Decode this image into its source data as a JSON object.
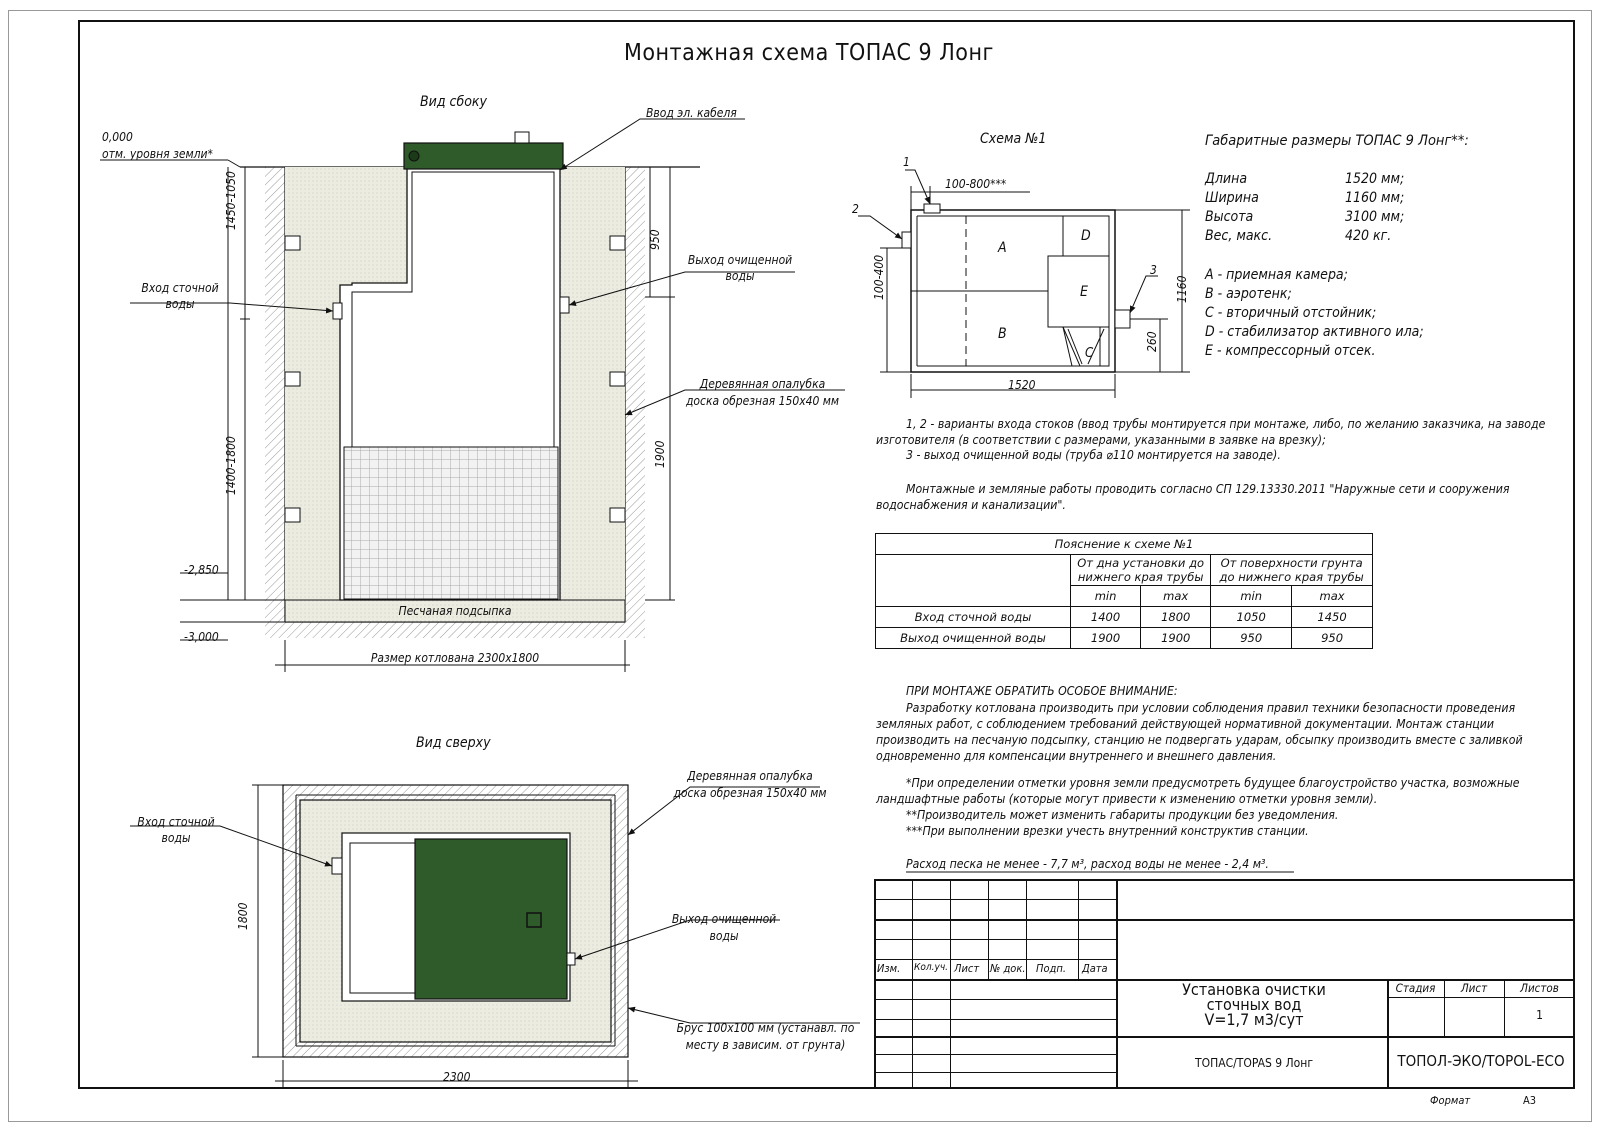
{
  "title": "Монтажная схема ТОПАС 9 Лонг",
  "side_view": {
    "heading": "Вид сбоку",
    "ground_mark": "0,000",
    "ground_note": "отм. уровня земли*",
    "cable_inlet": "Ввод эл. кабеля",
    "inlet_label": [
      "Вход сточной",
      "воды"
    ],
    "outlet_label": [
      "Выход очищенной",
      "воды"
    ],
    "formwork_label": [
      "Деревянная опалубка",
      "доска обрезная 150х40 мм"
    ],
    "dim_1450_1050": "1450-1050",
    "dim_1400_1800": "1400-1800",
    "dim_950": "950",
    "dim_1900": "1900",
    "mark_2850": "-2,850",
    "mark_3000": "-3,000",
    "sand": "Песчаная подсыпка",
    "pit_size": "Размер котлована 2300х1800"
  },
  "top_view": {
    "heading": "Вид сверху",
    "formwork_label": [
      "Деревянная опалубка",
      "доска обрезная 150х40 мм"
    ],
    "inlet_label": [
      "Вход сточной",
      "воды"
    ],
    "outlet_label": [
      "Выход очищенной",
      "воды"
    ],
    "beam_label": [
      "Брус 100х100 мм (устанавл. по",
      "месту в зависим. от грунта)"
    ],
    "dim_1800": "1800",
    "dim_2300": "2300"
  },
  "scheme1": {
    "heading": "Схема №1",
    "n1": "1",
    "n2": "2",
    "n3": "3",
    "dim_100_800": "100-800***",
    "dim_100_400": "100-400",
    "dim_1160": "1160",
    "dim_260": "260",
    "dim_1520": "1520",
    "A": "A",
    "B": "B",
    "C": "C",
    "D": "D",
    "E": "E"
  },
  "specs": {
    "heading": "Габаритные размеры ТОПАС 9 Лонг**:",
    "rows": [
      {
        "k": "Длина",
        "v": "1520 мм;"
      },
      {
        "k": "Ширина",
        "v": "1160 мм;"
      },
      {
        "k": "Высота",
        "v": "3100 мм;"
      },
      {
        "k": "Вес, макс.",
        "v": "420 кг."
      }
    ],
    "legend": [
      "A - приемная камера;",
      "B - аэротенк;",
      "C - вторичный отстойник;",
      "D - стабилизатор активного ила;",
      "E - компрессорный отсек."
    ]
  },
  "notes": {
    "n1": "1, 2 - варианты входа  стоков (ввод трубы монтируется при монтаже, либо, по желанию заказчика, на заводе изготовителя (в соответствии с размерами, указанными в заявке на врезку);",
    "n2": "3 - выход очищенной воды (труба ⌀110 монтируется на заводе).",
    "n3": "Монтажные и земляные работы проводить согласно СП 129.13330.2011 \"Наружные сети и сооружения водоснабжения и канализации\".",
    "attention_head": "ПРИ МОНТАЖЕ ОБРАТИТЬ ОСОБОЕ ВНИМАНИЕ:",
    "attention": "Разработку котлована производить при условии соблюдения правил техники безопасности проведения земляных работ, с соблюдением требований действующей нормативной документации. Монтаж станции производить на песчаную подсыпку, станцию не подвергать ударам, обсыпку производить вместе с заливкой одновременно для компенсации внутреннего и внешнего давления.",
    "star1": "*При определении отметки уровня земли предусмотреть будущее благоустройство участка, возможные ландшафтные работы (которые могут привести к изменению отметки уровня земли).",
    "star2": "**Производитель может изменить габариты продукции без уведомления.",
    "star3": "***При выполнении врезки учесть внутренний конструктив станции.",
    "consumption": "Расход песка не менее - 7,7 м³, расход воды не менее - 2,4 м³."
  },
  "table": {
    "caption": "Пояснение к схеме №1",
    "col_group1": "От дна установки до нижнего края трубы",
    "col_group2": "От поверхности грунта до нижнего края трубы",
    "sub": [
      "min",
      "max",
      "min",
      "max"
    ],
    "rows": [
      {
        "name": "Вход сточной воды",
        "vals": [
          "1400",
          "1800",
          "1050",
          "1450"
        ]
      },
      {
        "name": "Выход очищенной воды",
        "vals": [
          "1900",
          "1900",
          "950",
          "950"
        ]
      }
    ]
  },
  "stamp": {
    "cols": [
      "Изм.",
      "Кол.уч.",
      "Лист",
      "№ док.",
      "Подп.",
      "Дата"
    ],
    "name_lines": [
      "Установка очистки",
      "сточных вод",
      "V=1,7 м3/сут"
    ],
    "stage": "Стадия",
    "sheet": "Лист",
    "sheets": "Листов",
    "sheets_value": "1",
    "product": "ТОПАС/TOPAS 9 Лонг",
    "company": "ТОПОЛ-ЭКО/TOPOL-ECO",
    "format_label": "Формат",
    "format_value": "А3"
  },
  "colors": {
    "station_green": "#2f5a2a",
    "sand_fill": "#ecece0",
    "hatch": "#888888"
  }
}
